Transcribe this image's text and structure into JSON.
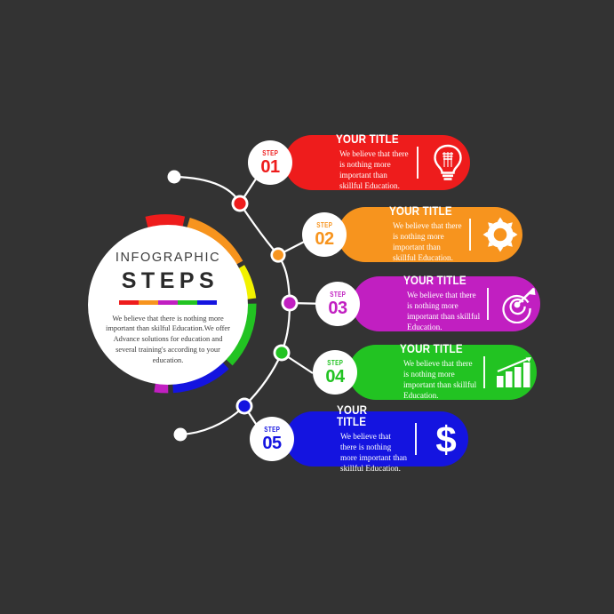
{
  "background_color": "#333333",
  "hub": {
    "title_line1": "INFOGRAPHIC",
    "title_line2": "STEPS",
    "description": "We believe that there is nothing more important than skilful Education.We offer Advance solutions for education and several training's according to your education.",
    "rule_colors": [
      "#EE1C1C",
      "#F7941E",
      "#C11FC1",
      "#22C322",
      "#1414E0"
    ],
    "ring_colors": [
      "#EE1C1C",
      "#F7941E",
      "#F2F200",
      "#22C322",
      "#1414E0",
      "#C11FC1"
    ]
  },
  "steps": [
    {
      "step_word": "STEP",
      "number": "01",
      "title": "YOUR TITLE",
      "body": "We believe that there is nothing more important than skillful Education.",
      "color": "#EE1C1C",
      "icon": "lightbulb-icon"
    },
    {
      "step_word": "STEP",
      "number": "02",
      "title": "YOUR TITLE",
      "body": "We believe that there is nothing more important than skillful Education.",
      "color": "#F7941E",
      "icon": "gear-icon"
    },
    {
      "step_word": "STEP",
      "number": "03",
      "title": "YOUR TITLE",
      "body": "We believe that there is nothing more important than skillful Education.",
      "color": "#C11FC1",
      "icon": "target-arrow-icon"
    },
    {
      "step_word": "STEP",
      "number": "04",
      "title": "YOUR TITLE",
      "body": "We believe that there is nothing more important than skillful Education.",
      "color": "#22C322",
      "icon": "bar-chart-growth-icon"
    },
    {
      "step_word": "STEP",
      "number": "05",
      "title": "YOUR TITLE",
      "body": "We believe that there is nothing more important than skillful Education.",
      "color": "#1414E0",
      "icon": "dollar-sign-icon"
    }
  ],
  "connector": {
    "line_color": "#FFFFFF",
    "endpoint_top_color": "#FFFFFF",
    "endpoint_bottom_color": "#FFFFFF",
    "node_colors": [
      "#EE1C1C",
      "#F7941E",
      "#C11FC1",
      "#22C322",
      "#1414E0"
    ]
  }
}
